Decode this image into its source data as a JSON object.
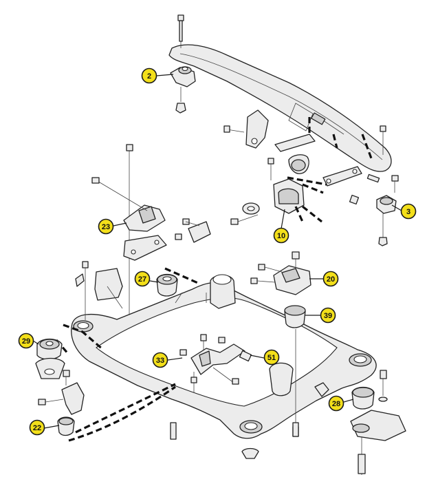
{
  "diagram": {
    "callouts": [
      {
        "id": "2",
        "label": "2"
      },
      {
        "id": "3",
        "label": "3"
      },
      {
        "id": "10",
        "label": "10"
      },
      {
        "id": "20",
        "label": "20"
      },
      {
        "id": "22",
        "label": "22"
      },
      {
        "id": "23",
        "label": "23"
      },
      {
        "id": "27",
        "label": "27"
      },
      {
        "id": "28",
        "label": "28"
      },
      {
        "id": "29",
        "label": "29"
      },
      {
        "id": "33",
        "label": "33"
      },
      {
        "id": "39",
        "label": "39"
      },
      {
        "id": "51",
        "label": "51"
      }
    ],
    "colors": {
      "callout_fill": "#f3df1a",
      "line": "#1a1a1a",
      "part_fill": "#ececec"
    }
  }
}
